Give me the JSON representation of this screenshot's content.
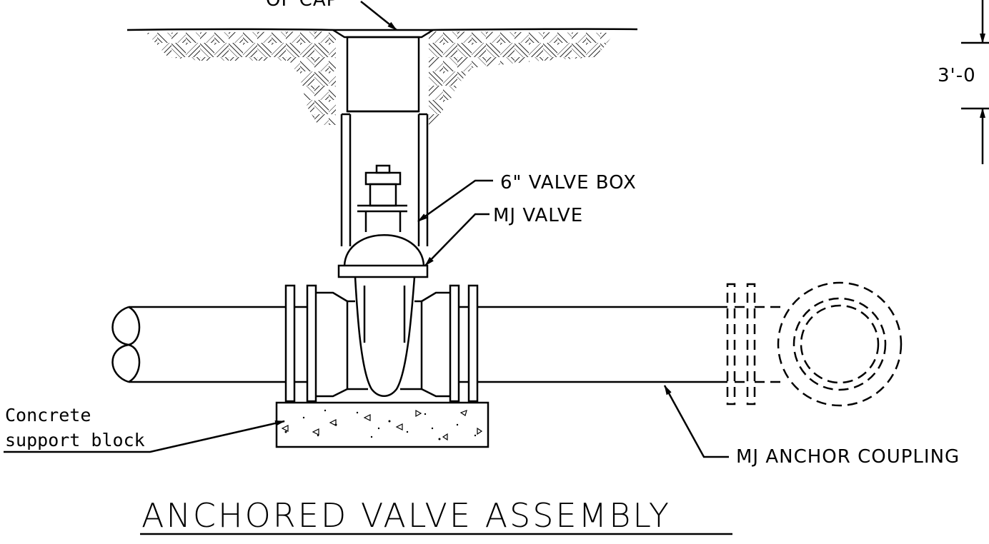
{
  "labels": {
    "cap_partial": "OF CAP",
    "dimension": "3'-0",
    "valve_box": "6\" VALVE BOX",
    "mj_valve": "MJ VALVE",
    "concrete_line1": "Concrete",
    "concrete_line2": "support block",
    "anchor_coupling": "MJ ANCHOR COUPLING"
  },
  "title": "ANCHORED VALVE ASSEMBLY"
}
